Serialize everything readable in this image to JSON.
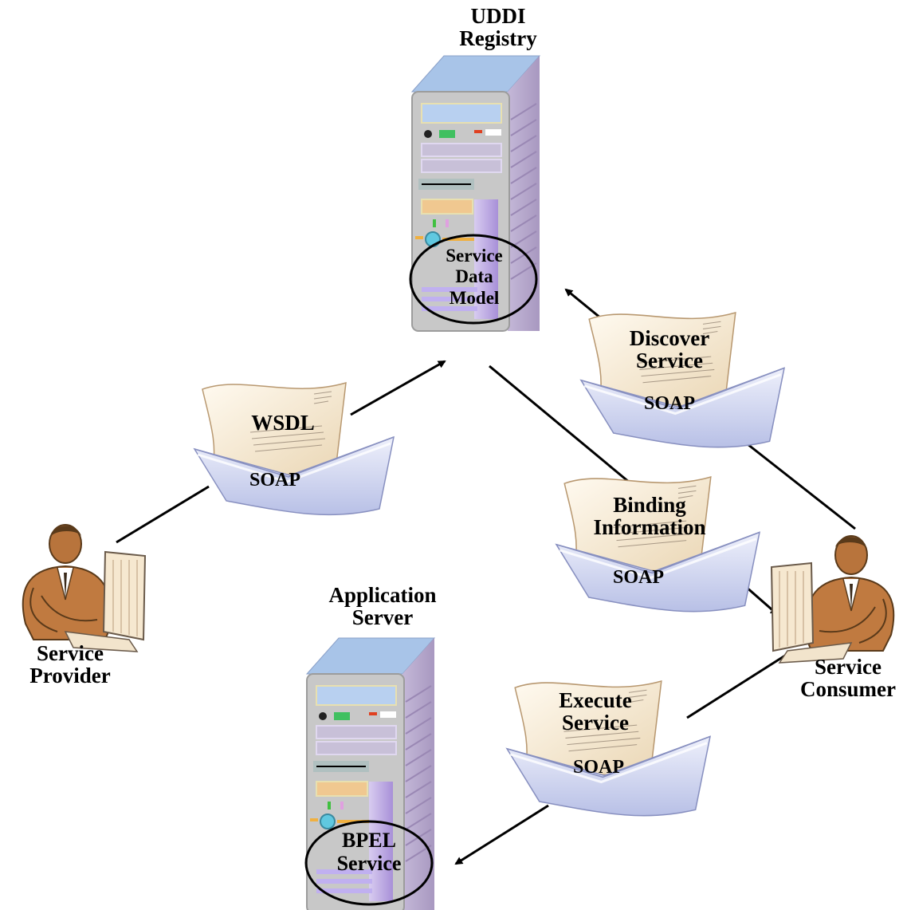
{
  "uddi_registry": {
    "title_line1": "UDDI",
    "title_line2": "Registry",
    "model_line1": "Service",
    "model_line2": "Data",
    "model_line3": "Model"
  },
  "application_server": {
    "title_line1": "Application",
    "title_line2": "Server",
    "model_line1": "BPEL",
    "model_line2": "Service"
  },
  "service_provider": {
    "line1": "Service",
    "line2": "Provider"
  },
  "service_consumer": {
    "line1": "Service",
    "line2": "Consumer"
  },
  "messages": {
    "wsdl": {
      "title": "WSDL",
      "protocol": "SOAP"
    },
    "discover": {
      "line1": "Discover",
      "line2": "Service",
      "protocol": "SOAP"
    },
    "binding": {
      "line1": "Binding",
      "line2": "Information",
      "protocol": "SOAP"
    },
    "execute": {
      "line1": "Execute",
      "line2": "Service",
      "protocol": "SOAP"
    }
  },
  "icons": {
    "server": "server-tower-icon",
    "person": "person-at-computer-icon",
    "envelope": "envelope-with-letter-icon"
  },
  "colors": {
    "server_front": "#c8c8c8",
    "server_top": "#a8c4e8",
    "server_side": "#b8a8cc",
    "envelope": "#c4ccec",
    "paper": "#f2e4cc",
    "person_skin": "#b8743c",
    "line": "#000000"
  }
}
